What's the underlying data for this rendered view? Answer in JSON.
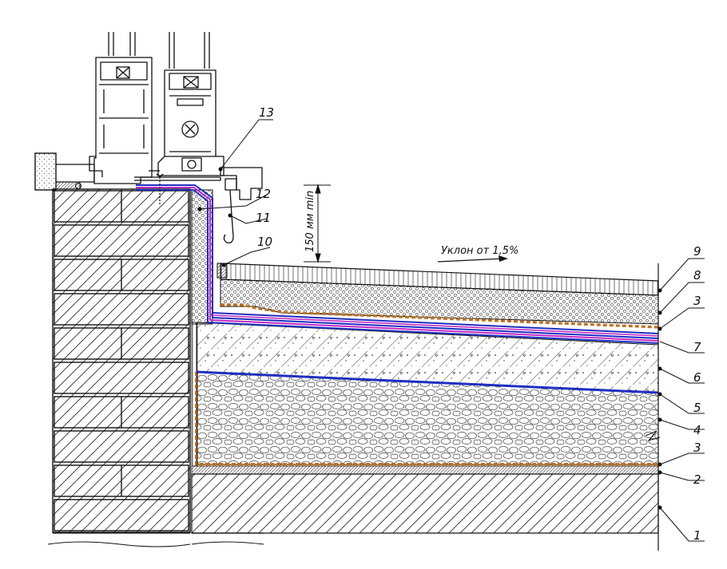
{
  "diagram": {
    "slope_note": "Уклон от 1,5%",
    "height_note": "150 мм min",
    "callouts": [
      "1",
      "2",
      "3",
      "3",
      "4",
      "5",
      "6",
      "7",
      "8",
      "9",
      "10",
      "11",
      "12",
      "13"
    ]
  },
  "colors": {
    "line": "#111111",
    "membrane_blue": "#1f2fbf",
    "membrane_magenta": "#c22ac2",
    "geotextile_orange": "#c0701f",
    "background": "#ffffff"
  }
}
